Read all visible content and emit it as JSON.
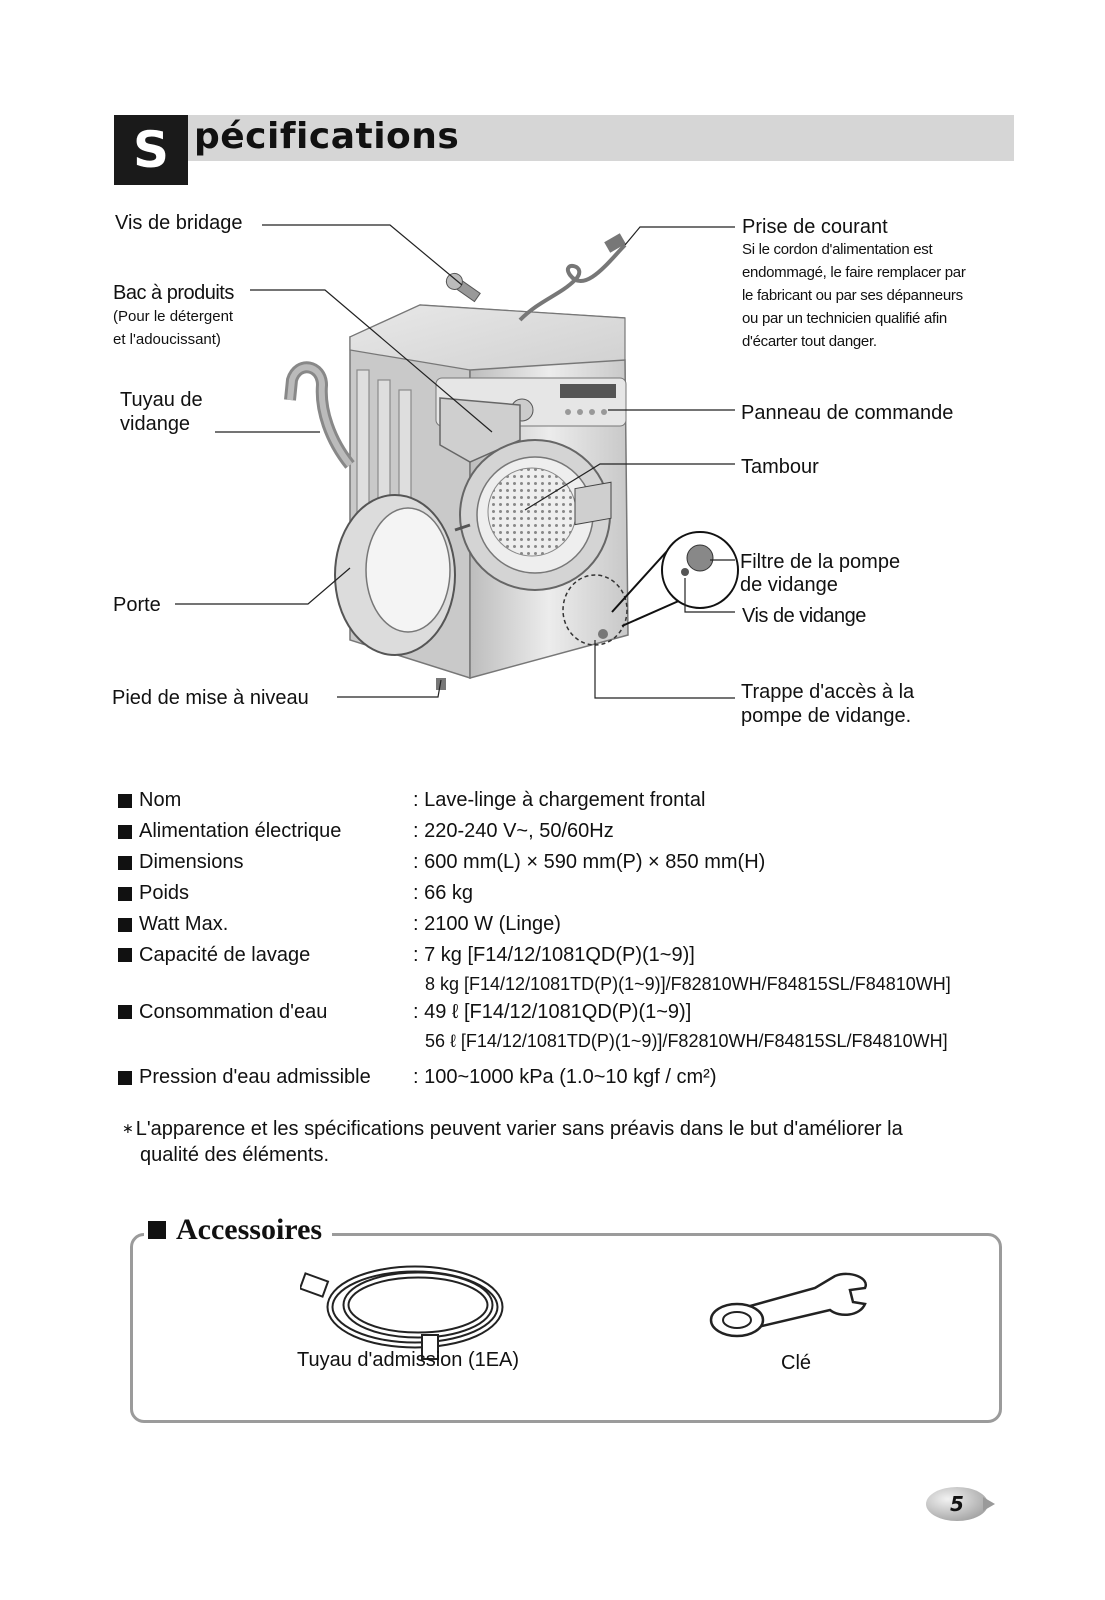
{
  "header": {
    "title_initial": "S",
    "title_rest": "pécifications"
  },
  "diagram": {
    "vis_bridage": "Vis de bridage",
    "bac_produits": "Bac à produits",
    "bac_produits_note_1": "(Pour le détergent",
    "bac_produits_note_2": "et l'adoucissant)",
    "tuyau_vidange_1": "Tuyau de",
    "tuyau_vidange_2": "vidange",
    "porte": "Porte",
    "pied": "Pied de mise à niveau",
    "prise": "Prise de courant",
    "prise_note": [
      "Si le cordon d'alimentation est",
      "endommagé, le faire remplacer par",
      "le fabricant ou par ses dépanneurs",
      "ou par un technicien qualifié afin",
      "d'écarter tout danger."
    ],
    "panneau": "Panneau de commande",
    "tambour": "Tambour",
    "filtre_1": "Filtre de la pompe",
    "filtre_2": "de vidange",
    "vis_vidange": "Vis de vidange",
    "trappe_1": "Trappe d'accès à la",
    "trappe_2": "pompe de vidange."
  },
  "specs": [
    {
      "key": "Nom",
      "value": ": Lave-linge à chargement frontal"
    },
    {
      "key": "Alimentation électrique",
      "value": ": 220-240 V~, 50/60Hz"
    },
    {
      "key": "Dimensions",
      "value": ": 600 mm(L) × 590 mm(P) × 850 mm(H)"
    },
    {
      "key": "Poids",
      "value": ": 66 kg"
    },
    {
      "key": "Watt Max.",
      "value": ": 2100 W (Linge)"
    },
    {
      "key": "Capacité de lavage",
      "value": ": 7 kg [F14/12/1081QD(P)(1~9)]",
      "value2": "8 kg [F14/12/1081TD(P)(1~9)]/F82810WH/F84815SL/F84810WH]"
    },
    {
      "key": "Consommation d'eau",
      "value": ": 49 ℓ [F14/12/1081QD(P)(1~9)]",
      "value2": "56 ℓ [F14/12/1081TD(P)(1~9)]/F82810WH/F84815SL/F84810WH]"
    },
    {
      "key": "Pression d'eau admissible",
      "value": ": 100~1000 kPa (1.0~10 kgf / cm²)"
    }
  ],
  "note": {
    "asterisk": "∗",
    "line1": "L'apparence et les spécifications peuvent varier sans préavis dans le but d'améliorer la",
    "line2": "qualité des éléments."
  },
  "accessories": {
    "title": "Accessoires",
    "hose_label": "Tuyau d'admission (1EA)",
    "key_label": "Clé"
  },
  "page_number": "5",
  "colors": {
    "title_bar": "#d6d6d6",
    "box_border": "#9b9b9b",
    "text": "#111111"
  }
}
